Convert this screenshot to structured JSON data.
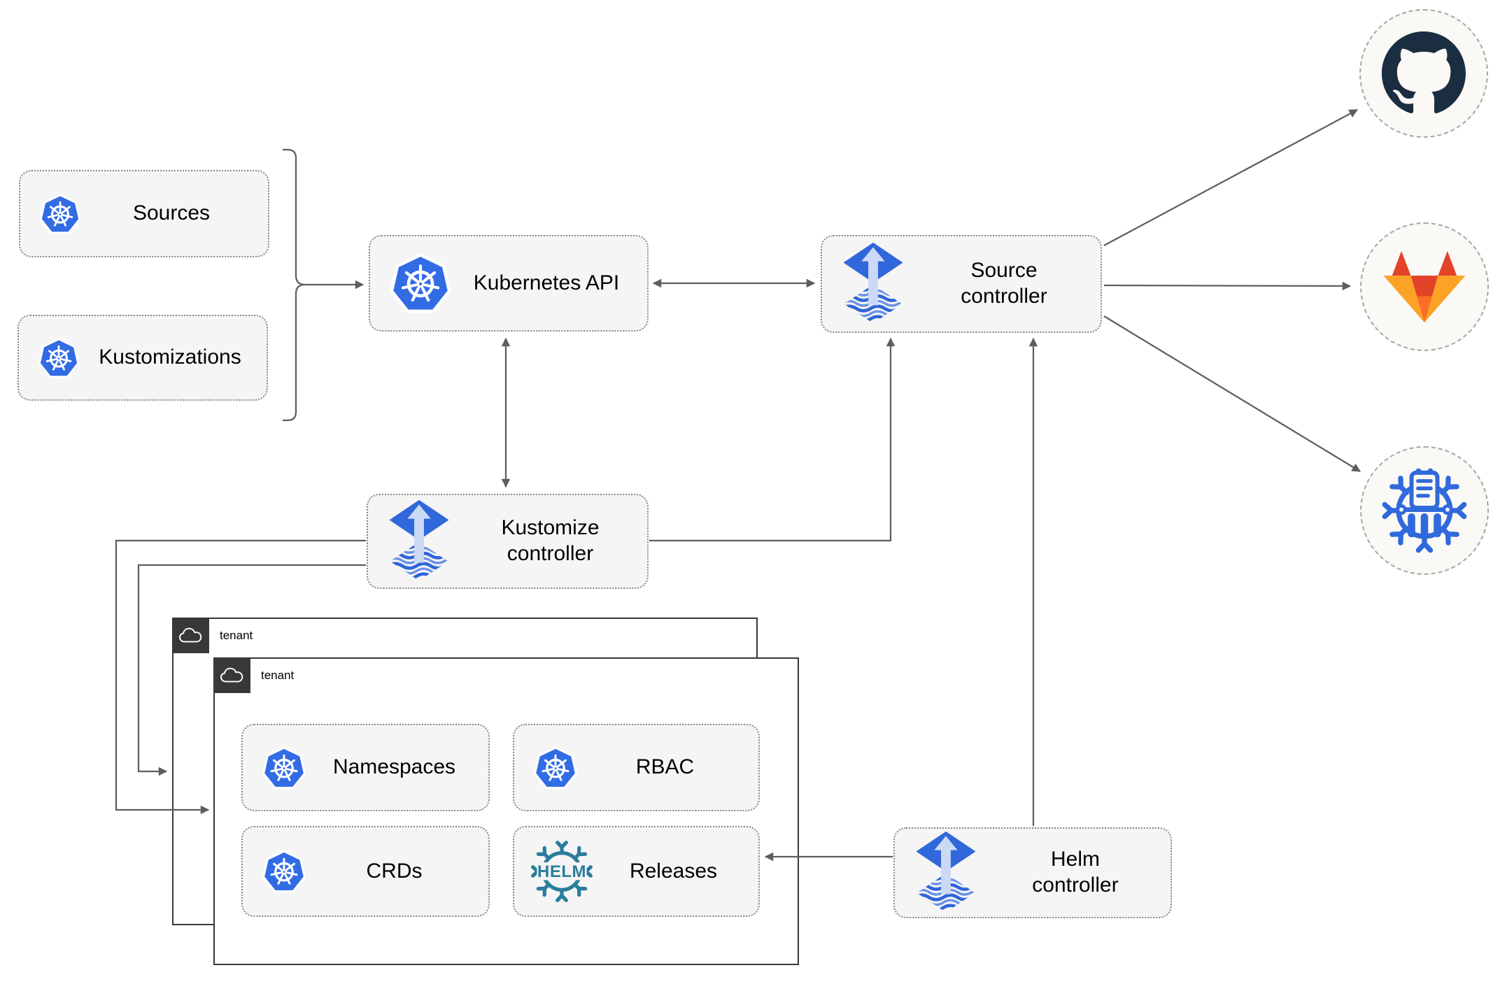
{
  "colors": {
    "kubernetes_blue": "#326ce5",
    "flux_blue": "#3068db",
    "flux_arrow_light": "#ccd9f4",
    "helm_teal": "#2a7d9c",
    "chartmuseum_blue": "#3069db",
    "github_dark": "#1b2e41",
    "gitlab_red": "#e24329",
    "gitlab_orange": "#fc6d26",
    "gitlab_amber": "#fca326",
    "node_fill": "#f5f5f5",
    "connector_gray": "#5e5e5e",
    "tenant_border": "#383838"
  },
  "nodes": {
    "sources": {
      "label": "Sources",
      "icon": "kubernetes-icon"
    },
    "kustomizations": {
      "label": "Kustomizations",
      "icon": "kubernetes-icon"
    },
    "kubernetes_api": {
      "label": "Kubernetes API",
      "icon": "kubernetes-icon"
    },
    "source_controller": {
      "label": "Source controller",
      "icon": "flux-icon"
    },
    "kustomize_controller": {
      "label": "Kustomize controller",
      "icon": "flux-icon"
    },
    "helm_controller": {
      "label": "Helm controller",
      "icon": "flux-icon"
    },
    "tenant_outer": {
      "label": "tenant",
      "icon": "cloud-icon"
    },
    "tenant_inner": {
      "label": "tenant",
      "icon": "cloud-icon"
    },
    "namespaces": {
      "label": "Namespaces",
      "icon": "kubernetes-icon"
    },
    "rbac": {
      "label": "RBAC",
      "icon": "kubernetes-icon"
    },
    "crds": {
      "label": "CRDs",
      "icon": "kubernetes-icon"
    },
    "releases": {
      "label": "Releases",
      "icon": "helm-wheel-icon",
      "icon_text": "HELM"
    },
    "github": {
      "icon": "github-icon"
    },
    "gitlab": {
      "icon": "gitlab-icon"
    },
    "helm_repository": {
      "icon": "chartmuseum-icon"
    }
  },
  "edges": [
    {
      "from": "sources + kustomizations",
      "to": "kubernetes_api",
      "arrow": "end",
      "via": "bracket"
    },
    {
      "from": "kubernetes_api",
      "to": "source_controller",
      "arrow": "both"
    },
    {
      "from": "kubernetes_api",
      "to": "kustomize_controller",
      "arrow": "both"
    },
    {
      "from": "kustomize_controller",
      "to": "source_controller",
      "arrow": "end"
    },
    {
      "from": "kustomize_controller",
      "to": "tenant_outer",
      "arrow": "end"
    },
    {
      "from": "kustomize_controller",
      "to": "tenant_inner",
      "arrow": "end"
    },
    {
      "from": "helm_controller",
      "to": "source_controller",
      "arrow": "end"
    },
    {
      "from": "helm_controller",
      "to": "releases",
      "arrow": "end"
    },
    {
      "from": "source_controller",
      "to": "github",
      "arrow": "end"
    },
    {
      "from": "source_controller",
      "to": "gitlab",
      "arrow": "end"
    },
    {
      "from": "source_controller",
      "to": "helm_repository",
      "arrow": "end"
    }
  ]
}
